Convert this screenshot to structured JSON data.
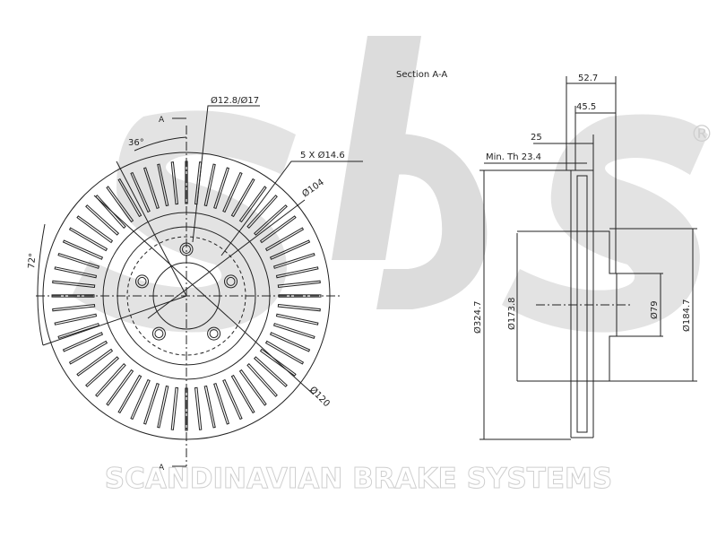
{
  "section_label": "Section A-A",
  "section_marker": "A",
  "front_view": {
    "hole_diameter": "Ø12.8/Ø17",
    "angle_small": "36°",
    "bolt_pattern": "5 X Ø14.6",
    "pitch_circle": "Ø104",
    "angle_large": "72°",
    "hub_circle": "Ø120"
  },
  "section_view": {
    "total_height": "52.7",
    "hat_depth": "45.5",
    "disc_thickness": "25",
    "min_thickness": "Min. Th 23.4",
    "outer_diameter": "Ø324.7",
    "inner_hat_diameter": "Ø173.8",
    "center_bore": "Ø79",
    "hat_outer_diameter": "Ø184.7"
  },
  "watermark": {
    "logo_letters": "sbs",
    "registered_mark": "®",
    "company_name": "SCANDINAVIAN BRAKE SYSTEMS",
    "color": "#d9d9d9"
  },
  "colors": {
    "line": "#222222",
    "watermark": "#d9d9d9"
  }
}
